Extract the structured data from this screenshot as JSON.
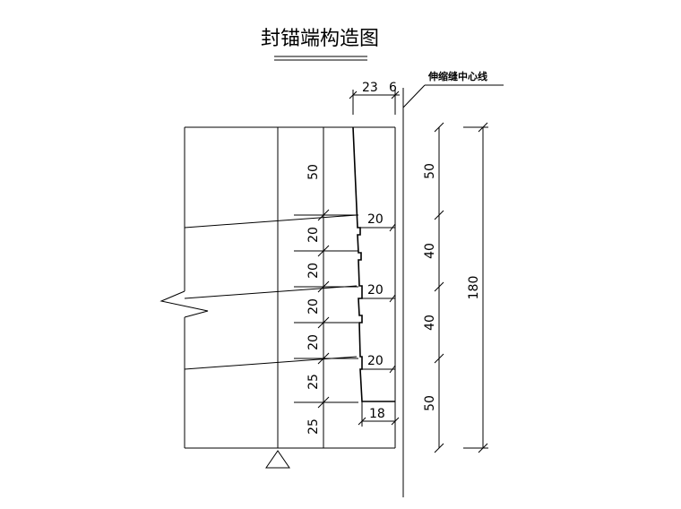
{
  "title": "封锚端构造图",
  "centerline_label": "伸缩缝中心线",
  "top_dims": {
    "a": "23",
    "b": "6"
  },
  "inner_dims": [
    "50",
    "20",
    "20",
    "20",
    "20",
    "25",
    "25"
  ],
  "step_dims": [
    "20",
    "20",
    "20",
    "18"
  ],
  "right_dims": [
    "50",
    "40",
    "40",
    "50"
  ],
  "total_dim": "180"
}
